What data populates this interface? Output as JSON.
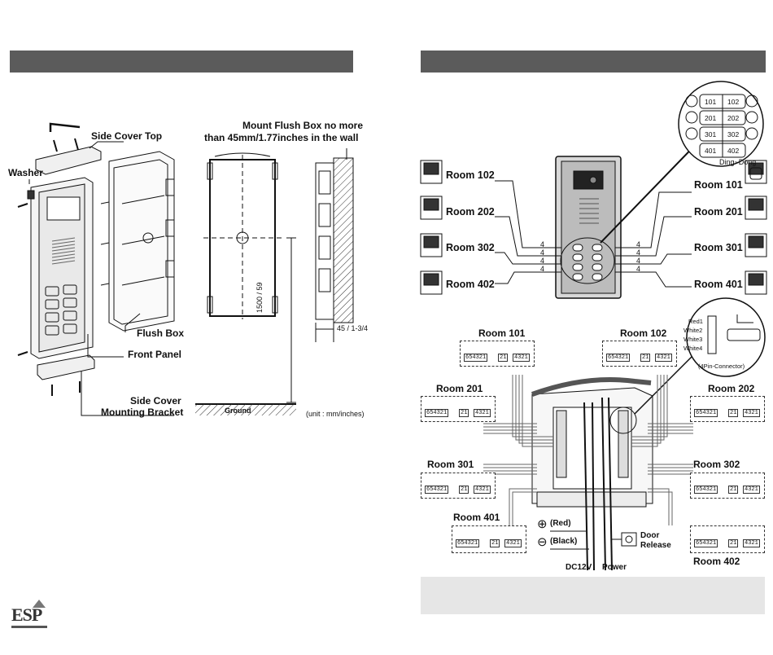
{
  "left": {
    "labels": {
      "side_cover_top": "Side Cover Top",
      "washer": "Washer",
      "flush_box": "Flush Box",
      "front_panel": "Front Panel",
      "side_cover_mounting_line1": "Side Cover",
      "side_cover_mounting_line2": "Mounting Bracket",
      "mount_note_line1": "Mount Flush Box no more",
      "mount_note_line2": "than 45mm/1.77inches in the wall",
      "dim_height": "1500 / 59",
      "dim_depth": "45 / 1-3/4",
      "ground": "Ground",
      "unit": "(unit : mm/inches)"
    }
  },
  "right": {
    "callout_buttons": [
      [
        "101",
        "102"
      ],
      [
        "201",
        "202"
      ],
      [
        "301",
        "302"
      ],
      [
        "401",
        "402"
      ]
    ],
    "ding_dong": "Ding~Dong",
    "top_rooms_left": [
      "Room 102",
      "Room 202",
      "Room 302",
      "Room 402"
    ],
    "top_rooms_right": [
      "Room 101",
      "Room 201",
      "Room 301",
      "Room 401"
    ],
    "wire_count": "4",
    "wiring_rooms": {
      "r101": "Room 101",
      "r102": "Room 102",
      "r201": "Room 201",
      "r202": "Room 202",
      "r301": "Room 301",
      "r302": "Room 302",
      "r401": "Room 401",
      "r402": "Room 402"
    },
    "terminal_labels": [
      "654321",
      "21",
      "4321"
    ],
    "connector": {
      "pins": [
        "Red1",
        "White2",
        "White3",
        "White4"
      ],
      "caption": "(4Pin-Connector)"
    },
    "power": {
      "red": "(Red)",
      "black": "(Black)",
      "plus": "⊕",
      "minus": "⊖",
      "dc": "DC12V",
      "power": "Power",
      "door_line1": "Door",
      "door_line2": "Release"
    }
  },
  "logo": {
    "text": "ESP"
  }
}
